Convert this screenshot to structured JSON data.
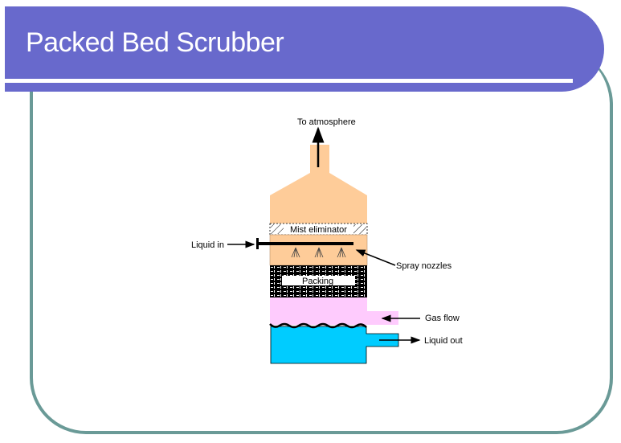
{
  "slide": {
    "title": "Packed Bed Scrubber"
  },
  "diagram": {
    "labels": {
      "to_atmosphere": "To atmosphere",
      "mist_eliminator": "Mist eliminator",
      "liquid_in": "Liquid in",
      "spray_nozzles": "Spray nozzles",
      "packing": "Packing",
      "gas_flow": "Gas flow",
      "liquid_out": "Liquid out"
    },
    "colors": {
      "title_bar": "#6869cc",
      "frame": "#6a9a97",
      "tower_body": "#fecc99",
      "gas_inlet": "#fecbfd",
      "liquid_sump": "#00ccff",
      "packing": "#000000"
    }
  }
}
